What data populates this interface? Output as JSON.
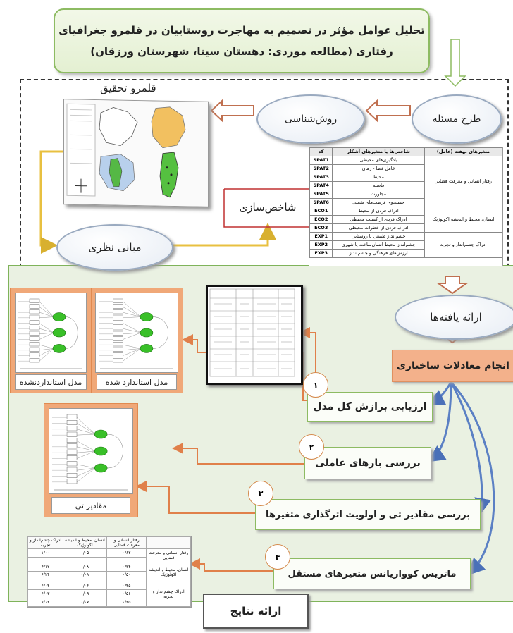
{
  "title": {
    "line1": "تحلیل عوامل مؤثر در تصمیم به مهاجرت روستاییان در قلمرو جغرافیای",
    "line2": "رفتاری (مطالعه موردی: دهستان سینا، شهرستان ورزقان)"
  },
  "nodes": {
    "problem": "طرح مسئله",
    "method": "روش‌شناسی",
    "region": "قلمرو تحقیق",
    "theory": "مبانی نظری",
    "indicators": "شاخص‌سازی",
    "findings": "ارائه یافته‌ها",
    "sem": "انجام معادلات ساختاری",
    "results": "ارائه نتایج"
  },
  "steps": [
    {
      "num": "۱",
      "label": "ارزیابی برازش کل مدل"
    },
    {
      "num": "۲",
      "label": "بررسی بارهای عاملی"
    },
    {
      "num": "۳",
      "label": "بررسی مقادیر تی و اولویت اثرگذاری متغیرها"
    },
    {
      "num": "۴",
      "label": "ماتریس کوواریانس متغیرهای مستقل"
    }
  ],
  "captions": {
    "unstandardized": "مدل استانداردنشده",
    "standardized": "مدل استاندارد شده",
    "tvalues": "مقادیر تی"
  },
  "indicator_table": {
    "headers": [
      "متغیرهای نهفته (عامل)",
      "شاخص‌ها یا متغیرهای آشکار",
      "کد"
    ],
    "groups": [
      {
        "factor": "رفتار انسانی و معرفت فضایی",
        "rows": [
          {
            "item": "یادگیری‌های محیطی",
            "code": "SPAT1"
          },
          {
            "item": "عامل فضا - زمان",
            "code": "SPAT2"
          },
          {
            "item": "محیط",
            "code": "SPAT3"
          },
          {
            "item": "فاصله",
            "code": "SPAT4"
          },
          {
            "item": "مجاورت",
            "code": "SPAT5"
          },
          {
            "item": "جستجوی فرصت‌های شغلی",
            "code": "SPAT6"
          }
        ]
      },
      {
        "factor": "انسان، محیط و اندیشه اکولوژیک",
        "rows": [
          {
            "item": "ادراک فردی از محیط",
            "code": "ECO1"
          },
          {
            "item": "ادراک فردی از کیفیت محیطی",
            "code": "ECO2"
          },
          {
            "item": "ادراک فردی از خطرات محیطی",
            "code": "ECO3"
          }
        ]
      },
      {
        "factor": "ادراک چشم‌انداز و تجربه",
        "rows": [
          {
            "item": "چشم‌انداز طبیعی یا روستایی",
            "code": "EXP1"
          },
          {
            "item": "چشم‌انداز محیط انسان‌ساخت یا شهری",
            "code": "EXP2"
          },
          {
            "item": "ارزش‌های فرهنگی و چشم‌انداز",
            "code": "EXP3"
          }
        ]
      }
    ]
  },
  "cov_table": {
    "headers": [
      "",
      "رفتار انسانی و معرفت فضایی",
      "انسان، محیط و اندیشه اکولوژیک",
      "ادراک چشم‌انداز و تجربه"
    ],
    "rows": [
      {
        "label": "رفتار انسانی و معرفت فضایی",
        "cells": [
          [
            "۰/۶۲",
            "",
            ""
          ],
          [
            "۰/۰۵",
            "",
            ""
          ],
          [
            "۱/۰۰",
            "",
            ""
          ]
        ]
      },
      {
        "label": "انسان، محیط و اندیشه اکولوژیک",
        "cells": [
          [
            "۰/۳۴",
            "۰/۵۰",
            ""
          ],
          [
            "۰/۰۸",
            "۰/۰۸",
            ""
          ],
          [
            "۴/۱۲",
            "۶/۲۴",
            ""
          ]
        ]
      },
      {
        "label": "ادراک چشم‌انداز و تجربه",
        "cells": [
          [
            "۰/۴۵",
            "۰/۵۶",
            "۰/۴۵"
          ],
          [
            "۰/۰۶",
            "۰/۰۹",
            "۰/۰۷"
          ],
          [
            "۶/۰۴",
            "۶/۰۳",
            "۶/۰۲"
          ]
        ]
      }
    ]
  },
  "colors": {
    "green_border": "#8dbb62",
    "green_bg": "#eaf1e2",
    "orange": "#f0a878",
    "arrow_orange": "#e0804a",
    "arrow_blue": "#5b80c4",
    "arrow_yellow": "#e8c040"
  }
}
